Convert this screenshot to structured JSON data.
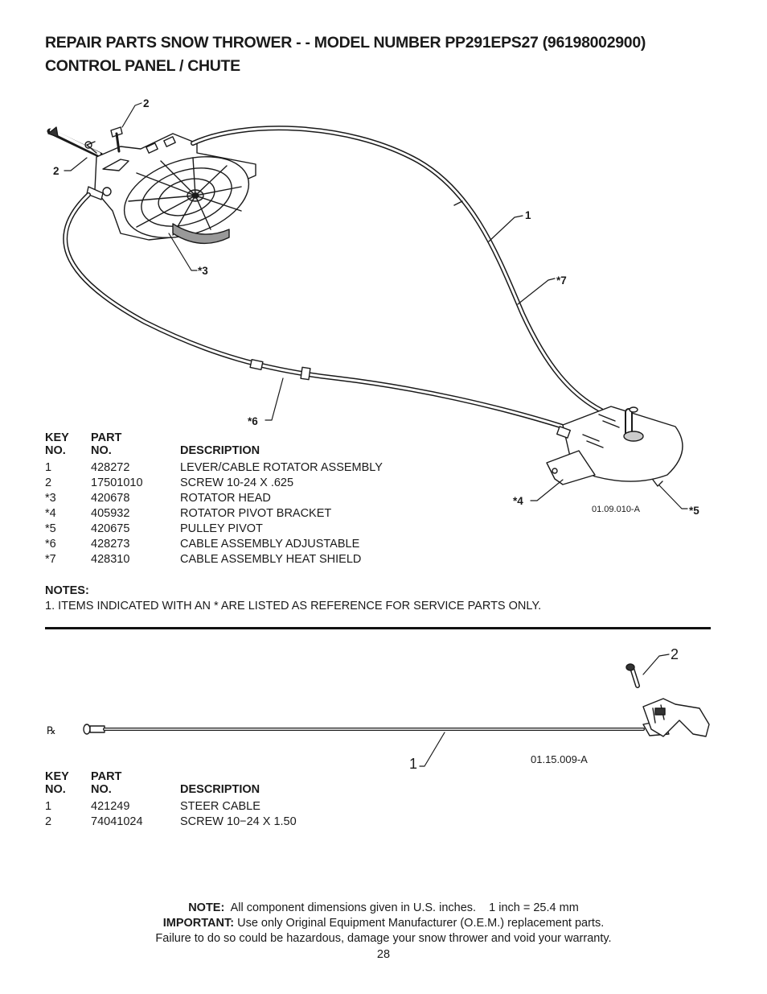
{
  "header": {
    "title_line1": "REPAIR PARTS SNOW THROWER - - MODEL NUMBER PP291EPS27 (96198002900)",
    "title_line2": "CONTROL PANEL / CHUTE"
  },
  "diagram1": {
    "callouts": {
      "c2a": "2",
      "c2b": "2",
      "c1": "1",
      "c7": "*7",
      "c3": "*3",
      "c6": "*6",
      "c4": "*4",
      "c5": "*5"
    },
    "ref_code": "01.09.010-A"
  },
  "table1": {
    "headers": {
      "key": "KEY\nNO.",
      "part": "PART\nNO.",
      "desc": "DESCRIPTION"
    },
    "rows": [
      {
        "key": "1",
        "part": "428272",
        "desc": "LEVER/CABLE ROTATOR ASSEMBLY"
      },
      {
        "key": "2",
        "part": "17501010",
        "desc": "SCREW 10-24 X .625"
      },
      {
        "key": "*3",
        "part": "420678",
        "desc": "ROTATOR HEAD"
      },
      {
        "key": "*4",
        "part": "405932",
        "desc": "ROTATOR PIVOT BRACKET"
      },
      {
        "key": "*5",
        "part": "420675",
        "desc": "PULLEY PIVOT"
      },
      {
        "key": "*6",
        "part": "428273",
        "desc": "CABLE ASSEMBLY ADJUSTABLE"
      },
      {
        "key": "*7",
        "part": "428310",
        "desc": "CABLE ASSEMBLY HEAT SHIELD"
      }
    ]
  },
  "notes": {
    "heading": "NOTES:",
    "line1": "1. ITEMS INDICATED WITH AN * ARE LISTED AS REFERENCE FOR SERVICE PARTS ONLY."
  },
  "diagram2": {
    "callouts": {
      "c2": "2",
      "c1": "1"
    },
    "ref_code": "01.15.009-A"
  },
  "table2": {
    "headers": {
      "key": "KEY\nNO.",
      "part": "PART\nNO.",
      "desc": "DESCRIPTION"
    },
    "rows": [
      {
        "key": "1",
        "part": "421249",
        "desc": "STEER CABLE"
      },
      {
        "key": "2",
        "part": "74041024",
        "desc": "SCREW 10−24 X 1.50"
      }
    ]
  },
  "footer": {
    "note_label": "NOTE:",
    "note_text": "All component dimensions given in U.S. inches.    1 inch = 25.4 mm",
    "important_label": "IMPORTANT:",
    "important_text": "Use only Original Equipment Manufacturer (O.E.M.) replacement parts.",
    "warning_text": "Failure to do so could be hazardous, damage your snow thrower and void your warranty.",
    "page_number": "28"
  }
}
